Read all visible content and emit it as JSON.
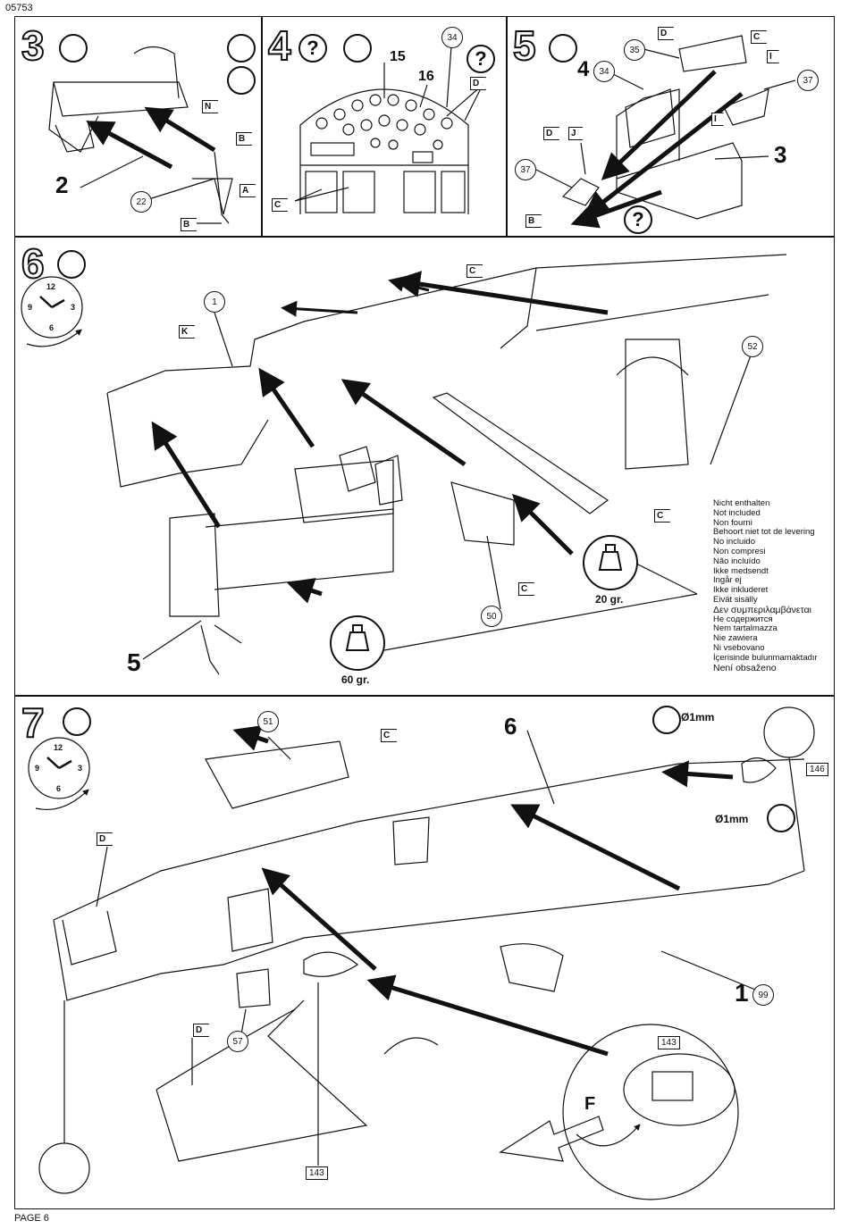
{
  "header": {
    "code": "05753"
  },
  "footer": {
    "page": "PAGE 6"
  },
  "steps": {
    "s3": {
      "num": "3",
      "part_labels": {
        "p2": "2",
        "p22": "22"
      },
      "sprues": {
        "n": "N",
        "b1": "B",
        "a": "A",
        "b2": "B"
      }
    },
    "s4": {
      "num": "4",
      "labels": {
        "p15": "15",
        "p16": "16",
        "p34": "34"
      },
      "sprues": {
        "c": "C",
        "d": "D"
      },
      "question": "?"
    },
    "s5": {
      "num": "5",
      "labels": {
        "p35": "35",
        "p34": "34",
        "p4": "4",
        "p37a": "37",
        "p37b": "37",
        "p3": "3"
      },
      "sprues": {
        "d1": "D",
        "c": "C",
        "i1": "I",
        "d2": "D",
        "j": "J",
        "i2": "I",
        "b": "B"
      },
      "question": "?"
    },
    "s6": {
      "num": "6",
      "labels": {
        "p1": "1",
        "p52": "52",
        "p50": "50",
        "p5": "5"
      },
      "sprues": {
        "k": "K",
        "c1": "C",
        "c2": "C",
        "c3": "C"
      },
      "clock": {
        "n12": "12",
        "n3": "3",
        "n6": "6",
        "n9": "9"
      },
      "weights": {
        "w20": "20 gr.",
        "w60": "60 gr."
      }
    },
    "s7": {
      "num": "7",
      "labels": {
        "p51": "51",
        "p6": "6",
        "p99": "99",
        "p1": "1",
        "p57": "57",
        "p146": "146",
        "p143a": "143",
        "p143b": "143",
        "f": "F"
      },
      "sprues": {
        "c": "C",
        "d1": "D",
        "d2": "D"
      },
      "drill1": "Ø1mm",
      "drill2": "Ø1mm",
      "clock": {
        "n12": "12",
        "n3": "3",
        "n6": "6",
        "n9": "9"
      }
    }
  },
  "not_included": [
    "Nicht enthalten",
    "Not included",
    "Non fourni",
    "Behoort niet tot de levering",
    "No incluido",
    "Non compresi",
    "Não incluído",
    "Ikke medsendt",
    "Ingår ej",
    "Ikke inkluderet",
    "Eivät sisälly",
    "Δεν συμπεριλαμβάνεται",
    "Не содержится",
    "Nem tartalmazza",
    "Nie zawiera",
    "Ni vsebovano",
    "İçerisinde bulunmamaktadır",
    "Není obsaženo"
  ]
}
